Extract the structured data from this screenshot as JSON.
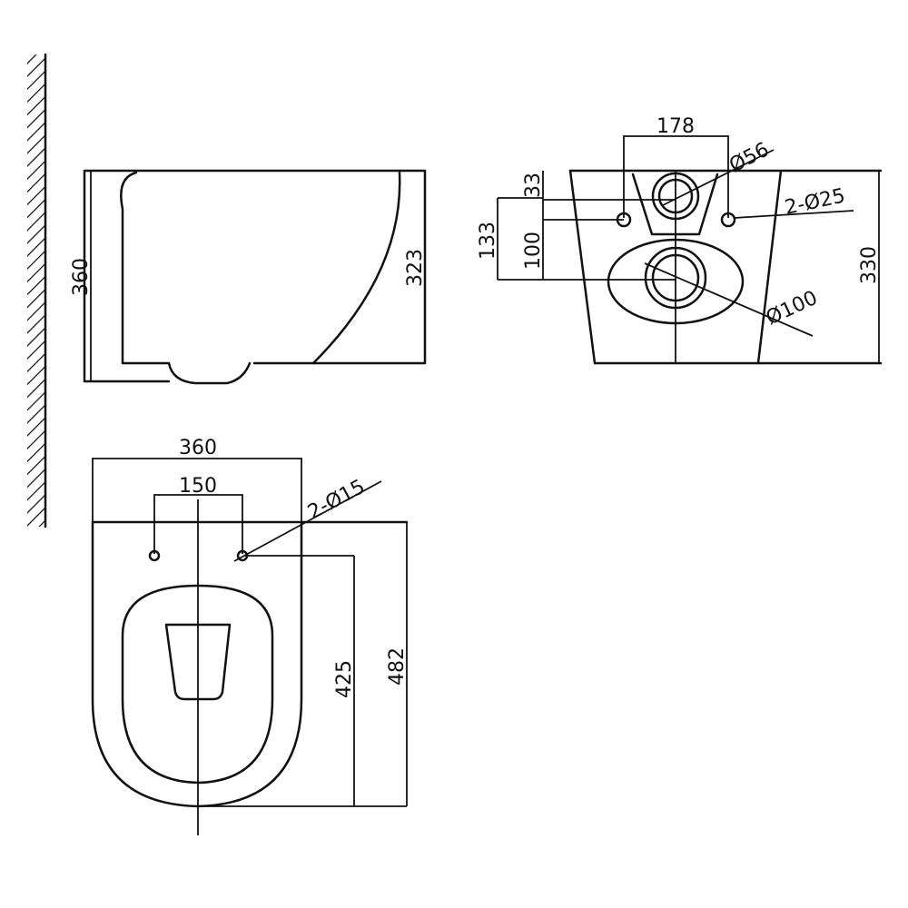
{
  "side_view": {
    "dim_height_total": "360",
    "dim_height_rim": "323"
  },
  "rear_view": {
    "dim_width_inlet_spacing": "178",
    "dim_inlet_diameter": "Ø56",
    "dim_inlet_offset": "33",
    "dim_height_133": "133",
    "dim_height_100": "100",
    "dim_bolt_holes": "2-Ø25",
    "dim_height_330": "330",
    "dim_outlet_diameter": "Ø100"
  },
  "top_view": {
    "dim_width_total": "360",
    "dim_seat_hole_spacing": "150",
    "dim_seat_holes": "2-Ø15",
    "dim_depth_425": "425",
    "dim_depth_482": "482"
  }
}
